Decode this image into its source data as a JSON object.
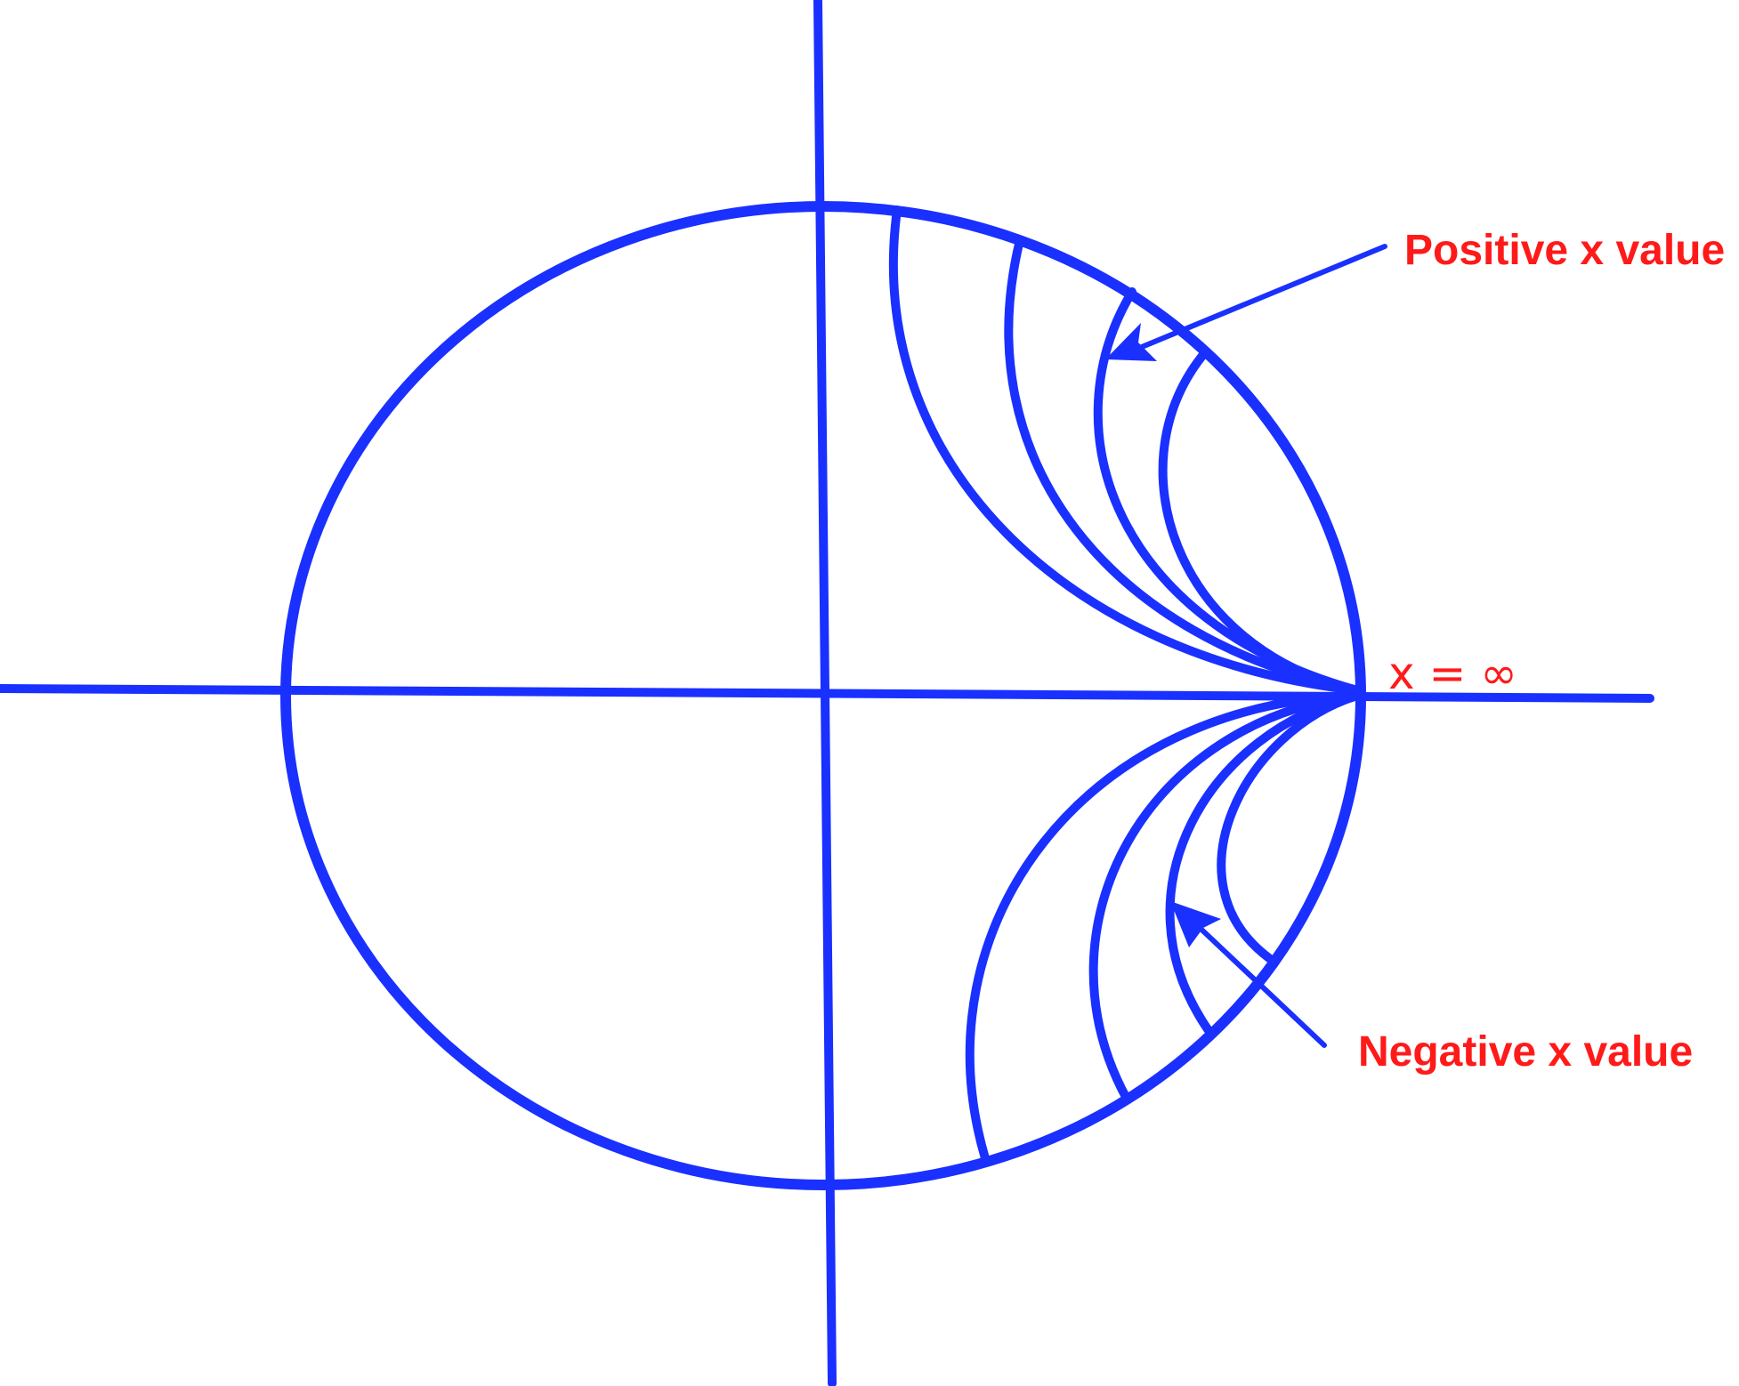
{
  "colors": {
    "stroke": "#1a30ff",
    "label": "#ff1a1a"
  },
  "labels": {
    "positive": "Positive x value",
    "negative": "Negative x value",
    "infinity": "x = ∞"
  },
  "shapes": {
    "outer": "circle-icon",
    "axes": "axis-lines",
    "arcs": "reactance-arcs"
  }
}
